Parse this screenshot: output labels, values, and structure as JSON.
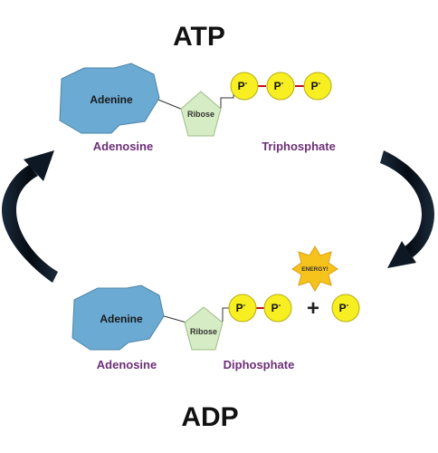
{
  "titles": {
    "top": "ATP",
    "bottom": "ADP"
  },
  "atp": {
    "adenine": "Adenine",
    "ribose": "Ribose",
    "phosphate": "P",
    "phosphate_charge": "-",
    "adenosine_label": "Adenosine",
    "phosphate_group_label": "Triphosphate"
  },
  "adp": {
    "adenine": "Adenine",
    "ribose": "Ribose",
    "phosphate": "P",
    "phosphate_charge": "-",
    "adenosine_label": "Adenosine",
    "phosphate_group_label": "Diphosphate",
    "plus": "+",
    "energy": "ENERGY!"
  },
  "colors": {
    "adenine": "#6aaad3",
    "ribose": "#d6ecc4",
    "phosphate": "#f7ef22",
    "bond": "#c0141c",
    "label": "#6d2f78",
    "energy": "#f6c21c",
    "arrow": "#0d1824"
  }
}
